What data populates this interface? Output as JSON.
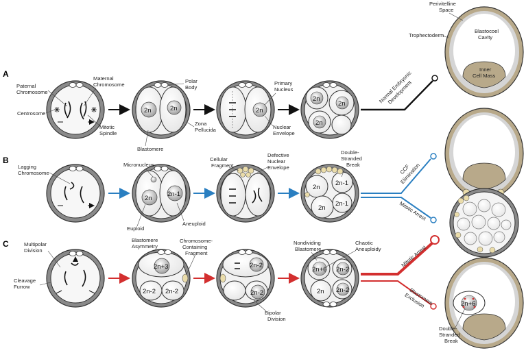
{
  "rows": {
    "a": "A",
    "b": "B",
    "c": "C"
  },
  "labels": {
    "paternal_chromosome": [
      "Paternal",
      "Chromosome"
    ],
    "maternal_chromosome": [
      "Maternal",
      "Chromosome"
    ],
    "centrosome": "Centrosome",
    "mitotic_spindle": [
      "Mitotic",
      "Spindle"
    ],
    "polar_body": [
      "Polar",
      "Body"
    ],
    "zona_pellucida": [
      "Zona",
      "Pellucida"
    ],
    "blastomere": "Blastomere",
    "primary_nucleus": [
      "Primary",
      "Nucleus"
    ],
    "nuclear_envelope": [
      "Nuclear",
      "Envelope"
    ],
    "normal_dev": [
      "Normal Embryonic",
      "Development"
    ],
    "perivitelline": [
      "Perivitelline",
      "Space"
    ],
    "trophectoderm": "Trophectoderm",
    "blastocoel": [
      "Blastocoel",
      "Cavity"
    ],
    "inner_cell_mass": [
      "Inner",
      "Cell Mass"
    ],
    "lagging_chromosome": [
      "Lagging",
      "Chromosome"
    ],
    "micronucleus": "Micronucleus",
    "euploid": "Euploid",
    "aneuploid": "Aneuploid",
    "cellular_fragment": [
      "Cellular",
      "Fragment"
    ],
    "defective_envelope": [
      "Defective",
      "Nuclear",
      "Envelope"
    ],
    "double_stranded_break": [
      "Double-",
      "Stranded",
      "Break"
    ],
    "ccf_elimination": [
      "CCF",
      "Elimination"
    ],
    "mitotic_arrest": "Mitotic Arrest",
    "multipolar_division": [
      "Multipolar",
      "Division"
    ],
    "cleavage_furrow": [
      "Cleavage",
      "Furrow"
    ],
    "blastomere_asymmetry": [
      "Blastomere",
      "Asymmetry"
    ],
    "chromosome_fragment": [
      "Chromosome-",
      "Containing",
      "Fragment"
    ],
    "bipolar_division": [
      "Bipolar",
      "Division"
    ],
    "nondividing_blastomere": [
      "Nondividing",
      "Blastomere"
    ],
    "chaotic_aneuploidy": [
      "Chaotic",
      "Aneuploidy"
    ],
    "blastomere_exclusion": [
      "Blastomere",
      "Exclusion"
    ]
  },
  "ploidy": {
    "n2": "2n",
    "n2m1": "2n-1",
    "n2p3": "2n+3",
    "n2m2": "2n-2",
    "n2p6": "2n+6"
  },
  "colors": {
    "row_a_arrow": "#111111",
    "row_b_arrow": "#2a7fc1",
    "row_c_arrow": "#d32f2f",
    "zona": "#6b6b6b",
    "trophectoderm": "#b8a98a",
    "fragment": "#eadcaa"
  }
}
